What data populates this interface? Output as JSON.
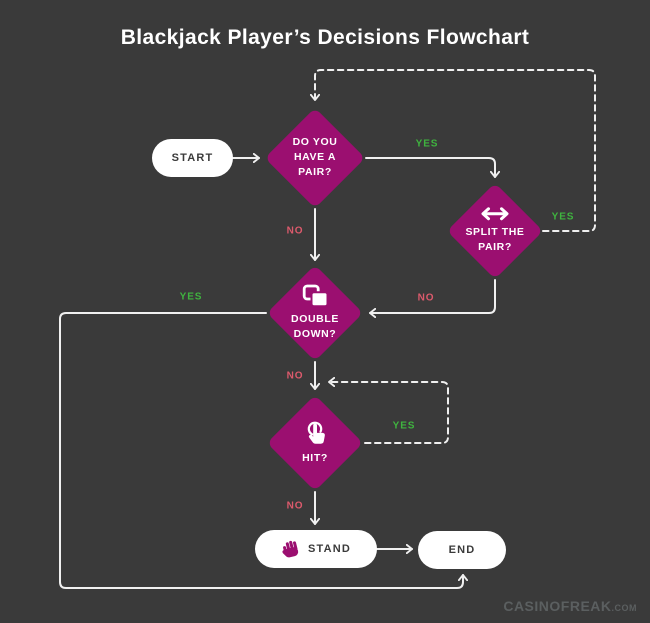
{
  "page": {
    "title": "Blackjack Player’s Decisions Flowchart",
    "watermark": {
      "brand": "CASINOFREAK",
      "tld": ".COM"
    },
    "background_color": "#3A3A3A"
  },
  "colors": {
    "diamond": "#9B0F70",
    "yes_label": "#3FB43F",
    "no_label": "#DC5A6C",
    "connector": "#F0F0F0",
    "terminal_bg": "#FFFFFF",
    "terminal_text": "#3A3A3A"
  },
  "nodes": {
    "start": {
      "label": "START"
    },
    "pair": {
      "question": "DO YOU\nHAVE A\nPAIR?"
    },
    "split": {
      "question": "SPLIT THE\nPAIR?",
      "icon": "split-arrows-icon"
    },
    "double": {
      "question": "DOUBLE\nDOWN?",
      "icon": "double-down-cards-icon"
    },
    "hit": {
      "question": "HIT?",
      "icon": "tap-icon"
    },
    "stand": {
      "label": "STAND",
      "icon": "stand-hand-icon"
    },
    "end": {
      "label": "END"
    }
  },
  "labels": {
    "yes_pair": "YES",
    "yes_split": "YES",
    "yes_double": "YES",
    "yes_hit": "YES",
    "no_pair": "NO",
    "no_split": "NO",
    "no_double": "NO",
    "no_hit": "NO"
  }
}
